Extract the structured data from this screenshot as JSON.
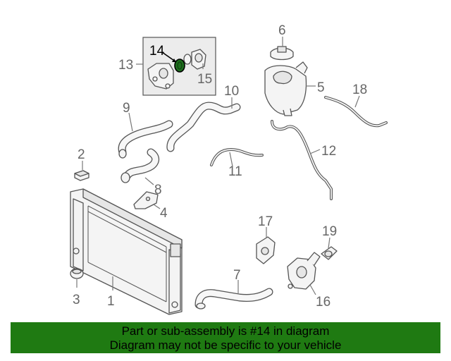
{
  "callouts": {
    "c1": "1",
    "c2": "2",
    "c3": "3",
    "c4": "4",
    "c5": "5",
    "c6": "6",
    "c7": "7",
    "c8": "8",
    "c9": "9",
    "c10": "10",
    "c11": "11",
    "c12": "12",
    "c13": "13",
    "c14": "14",
    "c15": "15",
    "c16": "16",
    "c17": "17",
    "c18": "18",
    "c19": "19"
  },
  "highlighted_part": "14",
  "colors": {
    "banner_bg": "#1f7a12",
    "highlight_part": "#1e6e1e",
    "callout_text": "#666666",
    "line_art": "#555555"
  },
  "banner": {
    "line1": "Part or sub-assembly is #14 in diagram",
    "line2": "Diagram may not be specific to your vehicle"
  }
}
